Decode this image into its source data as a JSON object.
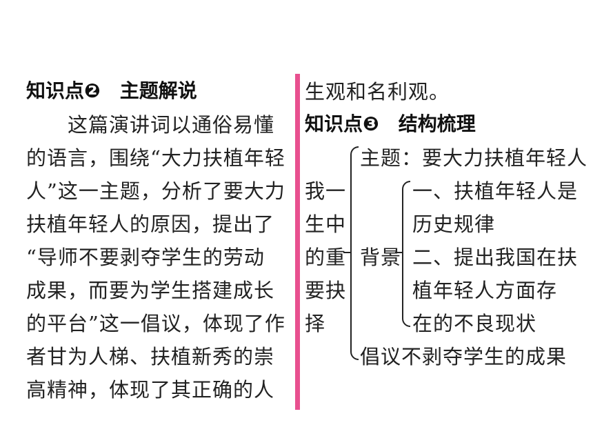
{
  "left_column": {
    "heading": "知识点❷　主题解说",
    "lines": [
      "这篇演讲词以通俗易懂",
      "的语言，围绕“大力扶植年轻",
      "人”这一主题，分析了要大力",
      "扶植年轻人的原因，提出了",
      "“导师不要剥夺学生的劳动",
      "成果，而要为学生搭建成长",
      "的平台”这一倡议，体现了作",
      "者甘为人梯、扶植新秀的崇",
      "高精神，体现了其正确的人"
    ]
  },
  "right_column": {
    "continuation": "生观和名利观。",
    "heading": "知识点❸　结构梳理",
    "root_lines": [
      "我一",
      "生中",
      "的重",
      "要抉",
      "择"
    ],
    "theme": "主题：要大力扶植年轻人",
    "background_label": "背景",
    "background_items": [
      "一、扶植年轻人是",
      "历史规律",
      "二、提出我国在扶",
      "植年轻人方面存",
      "在的不良现状"
    ],
    "proposal": "倡议不剥夺学生的成果"
  },
  "colors": {
    "divider": "#e8508f",
    "text": "#222222"
  }
}
